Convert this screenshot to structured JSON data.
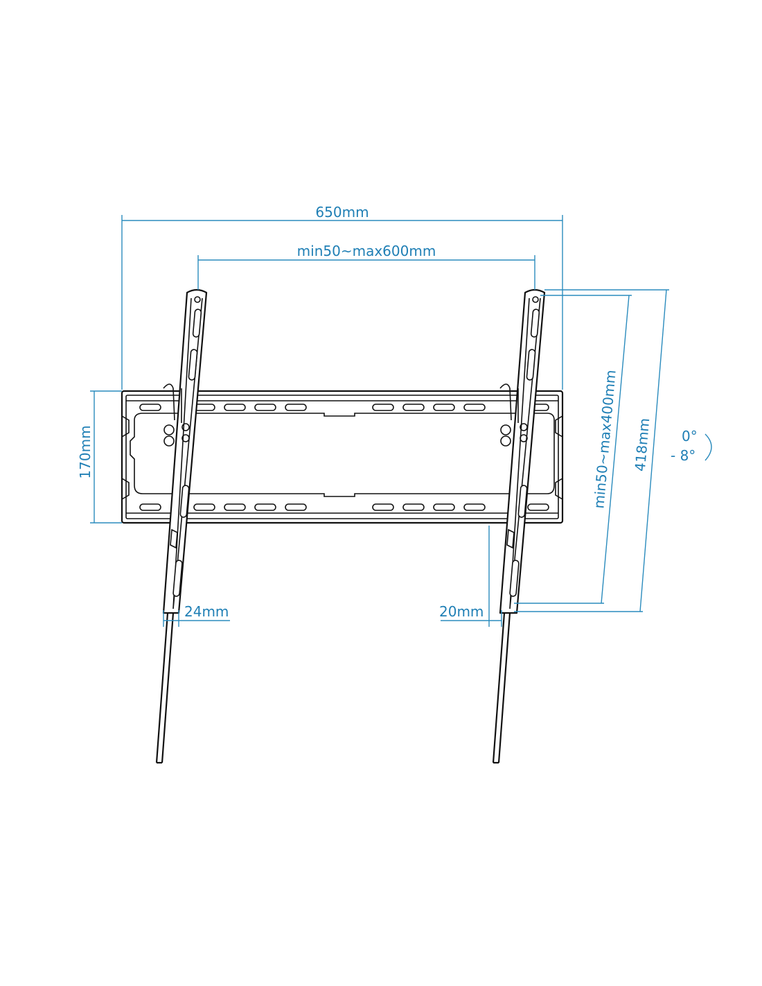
{
  "colors": {
    "dimension": "#2a8bbd",
    "dimension_text": "#1f7fb5",
    "outline": "#111111",
    "background": "#ffffff"
  },
  "dimensions": {
    "overall_width": "650mm",
    "vesa_horizontal": "min50~max600mm",
    "plate_height": "170mm",
    "vesa_vertical": "min50~max400mm",
    "arm_height": "418mm",
    "arm_width_left": "24mm",
    "arm_width_right": "20mm",
    "tilt_max": "0°",
    "tilt_min": "- 8°"
  }
}
